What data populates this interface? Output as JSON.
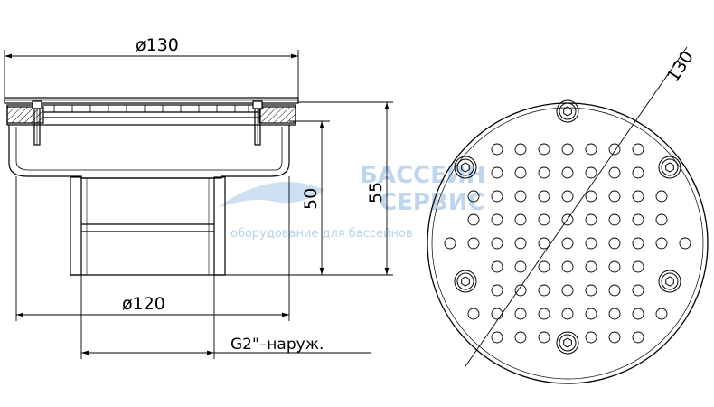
{
  "dimensions": {
    "top_width": "ø130",
    "bottom_width": "ø120",
    "height_inner": "50",
    "height_outer": "55",
    "thread": "G2\"–наруж.",
    "grate_diameter": "130"
  },
  "watermark": {
    "line1": "БАССЕЙН",
    "line2": "СЕРВИС",
    "tagline": "оборудование для бассейнов"
  },
  "colors": {
    "line": "#000000",
    "watermark": "#6fa6d8"
  }
}
